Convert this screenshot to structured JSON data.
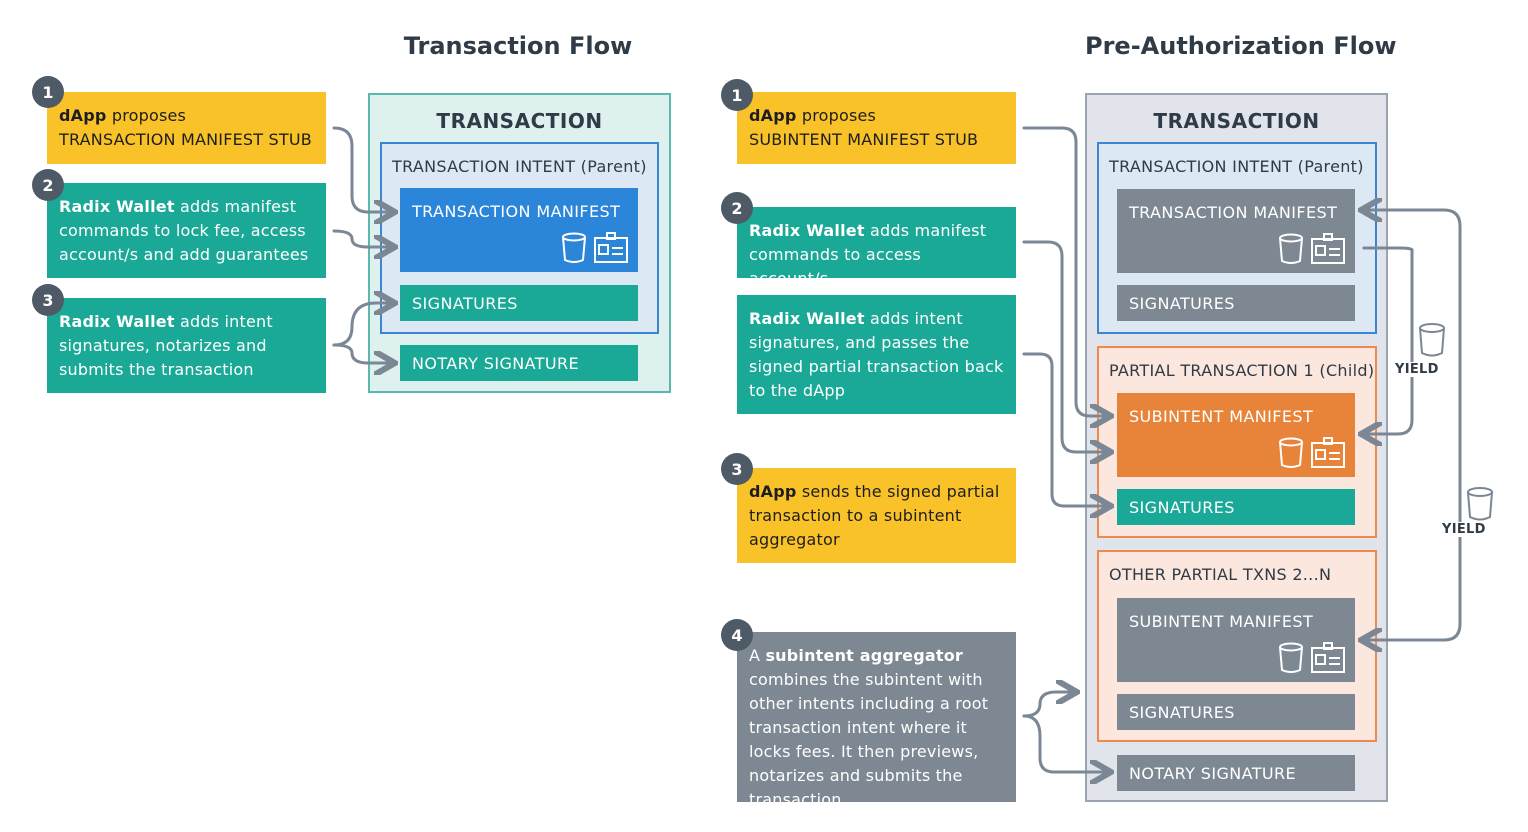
{
  "titles": {
    "left": "Transaction Flow",
    "right": "Pre-Authorization Flow"
  },
  "left": {
    "steps": [
      {
        "num": "1",
        "bold": "dApp",
        "text": " proposes",
        "line2": "TRANSACTION MANIFEST STUB"
      },
      {
        "num": "2",
        "bold": "Radix Wallet",
        "text": " adds manifest commands to lock fee, access account/s and add guarantees"
      },
      {
        "num": "3",
        "bold": "Radix Wallet",
        "text": " adds intent signatures, notarizes and submits the transaction"
      }
    ],
    "box": {
      "heading": "TRANSACTION",
      "intent_label": "TRANSACTION INTENT (Parent)",
      "manifest": "TRANSACTION MANIFEST",
      "signatures": "SIGNATURES",
      "notary": "NOTARY SIGNATURE"
    }
  },
  "right": {
    "steps": [
      {
        "num": "1",
        "bold": "dApp",
        "text": " proposes",
        "line2": "SUBINTENT MANIFEST STUB"
      },
      {
        "num": "2",
        "bold": "Radix Wallet",
        "text": " adds manifest commands to access account/s"
      },
      {
        "num": "",
        "bold": "Radix Wallet",
        "text": " adds intent signatures, and passes the signed partial transaction back to the dApp"
      },
      {
        "num": "3",
        "bold": "dApp",
        "text": " sends the signed partial transaction to a subintent aggregator"
      },
      {
        "num": "4",
        "pre": "A ",
        "bold": "subintent aggregator",
        "text": " combines the subintent with other intents including a root transaction intent where it locks fees. It then previews, notarizes and submits the transaction"
      }
    ],
    "box": {
      "heading": "TRANSACTION",
      "intent_label": "TRANSACTION INTENT (Parent)",
      "manifest": "TRANSACTION MANIFEST",
      "signatures": "SIGNATURES",
      "partial1_label": "PARTIAL TRANSACTION 1 (Child)",
      "sub_manifest": "SUBINTENT MANIFEST",
      "sub_signatures": "SIGNATURES",
      "other_label": "OTHER PARTIAL TXNS 2...N",
      "other_manifest": "SUBINTENT MANIFEST",
      "other_signatures": "SIGNATURES",
      "notary": "NOTARY SIGNATURE"
    },
    "yield_labels": [
      "YIELD",
      "YIELD"
    ]
  },
  "colors": {
    "yellow": "#f8c228",
    "green": "#1aa996",
    "grey": "#7d8893",
    "blue": "#2b85d9",
    "orange": "#e88439",
    "badge": "#4e5b67"
  }
}
